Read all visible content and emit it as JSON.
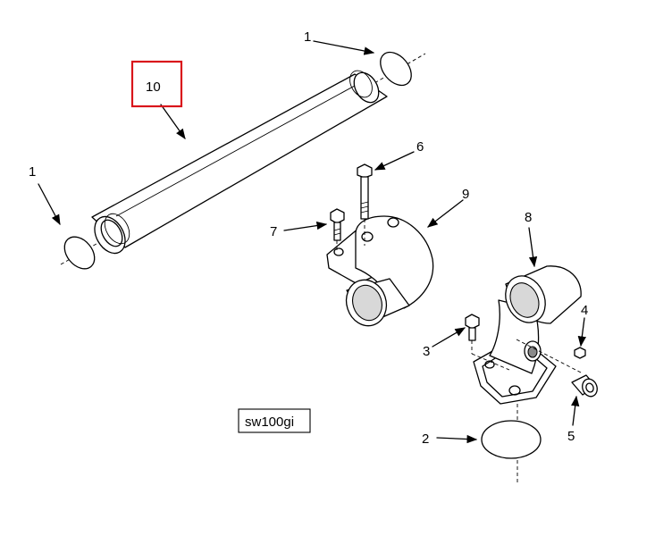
{
  "diagram": {
    "callouts": {
      "c1_top": "1",
      "c1_left": "1",
      "c2": "2",
      "c3": "3",
      "c4": "4",
      "c5": "5",
      "c6": "6",
      "c7": "7",
      "c8": "8",
      "c9": "9",
      "c10": "10"
    },
    "figure_code": "sw100gi",
    "highlight_color": "#d9151b"
  }
}
